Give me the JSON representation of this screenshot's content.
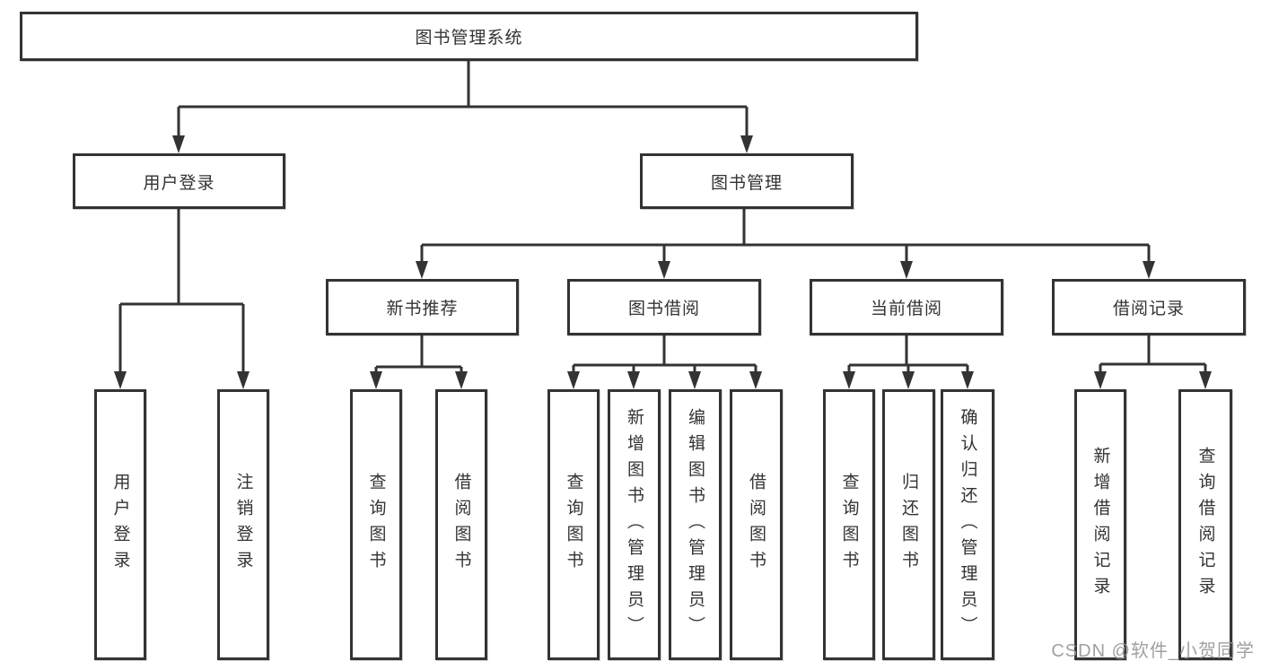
{
  "diagram": {
    "root": {
      "label": "图书管理系统"
    },
    "branches": [
      {
        "label": "用户登录",
        "children": [
          {
            "label": "用户登录"
          },
          {
            "label": "注销登录"
          }
        ]
      },
      {
        "label": "图书管理",
        "children": [
          {
            "label": "新书推荐",
            "children": [
              {
                "label": "查询图书"
              },
              {
                "label": "借阅图书"
              }
            ]
          },
          {
            "label": "图书借阅",
            "children": [
              {
                "label": "查询图书"
              },
              {
                "label": "新增图书（管理员）"
              },
              {
                "label": "编辑图书（管理员）"
              },
              {
                "label": "借阅图书"
              }
            ]
          },
          {
            "label": "当前借阅",
            "children": [
              {
                "label": "查询图书"
              },
              {
                "label": "归还图书"
              },
              {
                "label": "确认归还（管理员）"
              }
            ]
          },
          {
            "label": "借阅记录",
            "children": [
              {
                "label": "新增借阅记录"
              },
              {
                "label": "查询借阅记录"
              }
            ]
          }
        ]
      }
    ]
  },
  "watermark": {
    "text": "CSDN @软件_小贺同学"
  },
  "colors": {
    "line": "#333333",
    "text": "#333333",
    "box_background": "#ffffff",
    "watermark": "#999999"
  }
}
